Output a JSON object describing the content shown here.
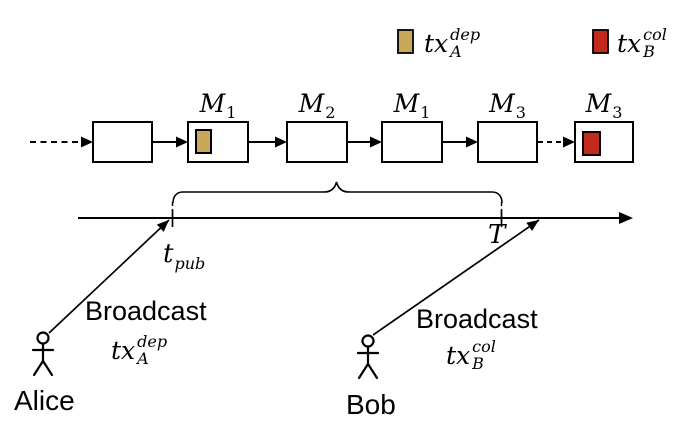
{
  "colors": {
    "deposit_tx": "#C9A959",
    "collateral_tx": "#C3291C",
    "ink": "#000000"
  },
  "legend": {
    "deposit": {
      "base": "tx",
      "sup": "dep",
      "sub": "A"
    },
    "collateral": {
      "base": "tx",
      "sup": "col",
      "sub": "B"
    }
  },
  "chain": {
    "blocks": [
      {
        "label_base": "",
        "label_sub": "",
        "tx": null
      },
      {
        "label_base": "M",
        "label_sub": "1",
        "tx": "deposit"
      },
      {
        "label_base": "M",
        "label_sub": "2",
        "tx": null
      },
      {
        "label_base": "M",
        "label_sub": "1",
        "tx": null
      },
      {
        "label_base": "M",
        "label_sub": "3",
        "tx": null
      },
      {
        "label_base": "M",
        "label_sub": "3",
        "tx": "collateral"
      }
    ]
  },
  "timeline": {
    "start_tick": {
      "base": "t",
      "sub": "pub"
    },
    "end_tick": {
      "label": "T"
    }
  },
  "actors": {
    "alice": {
      "name": "Alice",
      "action": "Broadcast",
      "tx": {
        "base": "tx",
        "sup": "dep",
        "sub": "A"
      }
    },
    "bob": {
      "name": "Bob",
      "action": "Broadcast",
      "tx": {
        "base": "tx",
        "sup": "col",
        "sub": "B"
      }
    }
  }
}
